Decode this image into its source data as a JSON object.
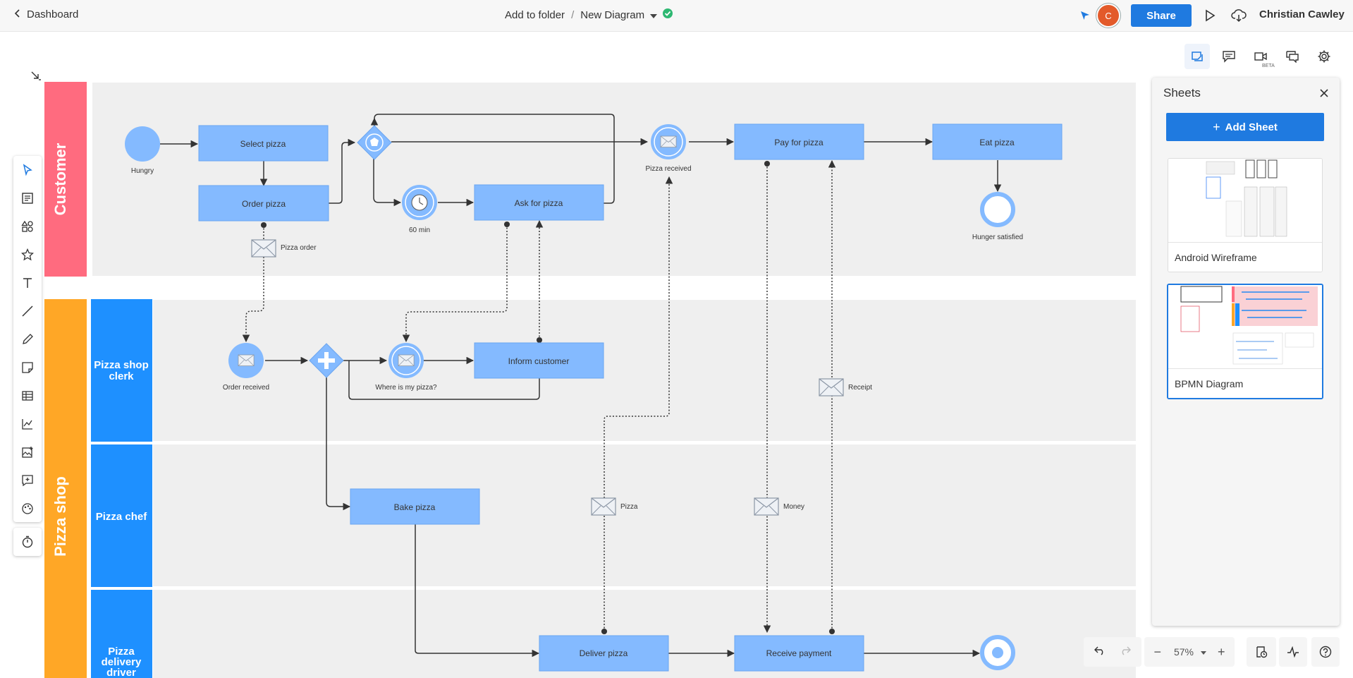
{
  "topbar": {
    "dashboard_label": "Dashboard",
    "folder_label": "Add to folder",
    "separator": "/",
    "diagram_name": "New Diagram",
    "avatar_initial": "C",
    "share_label": "Share",
    "user_name": "Christian Cawley"
  },
  "right_toolbar": {
    "video_badge": "BETA",
    "icons": [
      "sheets-icon",
      "comments-icon",
      "video-icon",
      "chat-icon",
      "settings-icon"
    ]
  },
  "left_toolbar": {
    "tools": [
      "pointer-icon",
      "notes-icon",
      "shapes-icon",
      "star-icon",
      "text-icon",
      "line-icon",
      "pencil-icon",
      "sticky-note-icon",
      "table-icon",
      "chart-icon",
      "image-icon",
      "embed-icon",
      "theme-icon"
    ],
    "timer_icon": "timer-icon"
  },
  "sheets": {
    "title": "Sheets",
    "add_label": "Add Sheet",
    "items": [
      {
        "label": "Android Wireframe",
        "active": false
      },
      {
        "label": "BPMN Diagram",
        "active": true
      }
    ]
  },
  "zoom": {
    "level": "57%"
  },
  "diagram": {
    "pools": {
      "customer": "Customer",
      "pizza_shop": "Pizza shop"
    },
    "lanes": {
      "clerk": "Pizza shop clerk",
      "chef": "Pizza chef",
      "driver": "Pizza delivery driver"
    },
    "tasks": {
      "select_pizza": "Select pizza",
      "order_pizza": "Order pizza",
      "ask_for_pizza": "Ask for pizza",
      "pay_for_pizza": "Pay for pizza",
      "eat_pizza": "Eat pizza",
      "inform_customer": "Inform customer",
      "bake_pizza": "Bake pizza",
      "deliver_pizza": "Deliver pizza",
      "receive_payment": "Receive payment"
    },
    "events": {
      "hungry": "Hungry",
      "timer": "60 min",
      "pizza_received": "Pizza received",
      "hunger_satisfied": "Hunger satisfied",
      "order_received": "Order received",
      "where_is_my_pizza": "Where is my pizza?"
    },
    "messages": {
      "pizza_order": "Pizza order",
      "receipt": "Receipt",
      "pizza": "Pizza",
      "money": "Money"
    }
  }
}
